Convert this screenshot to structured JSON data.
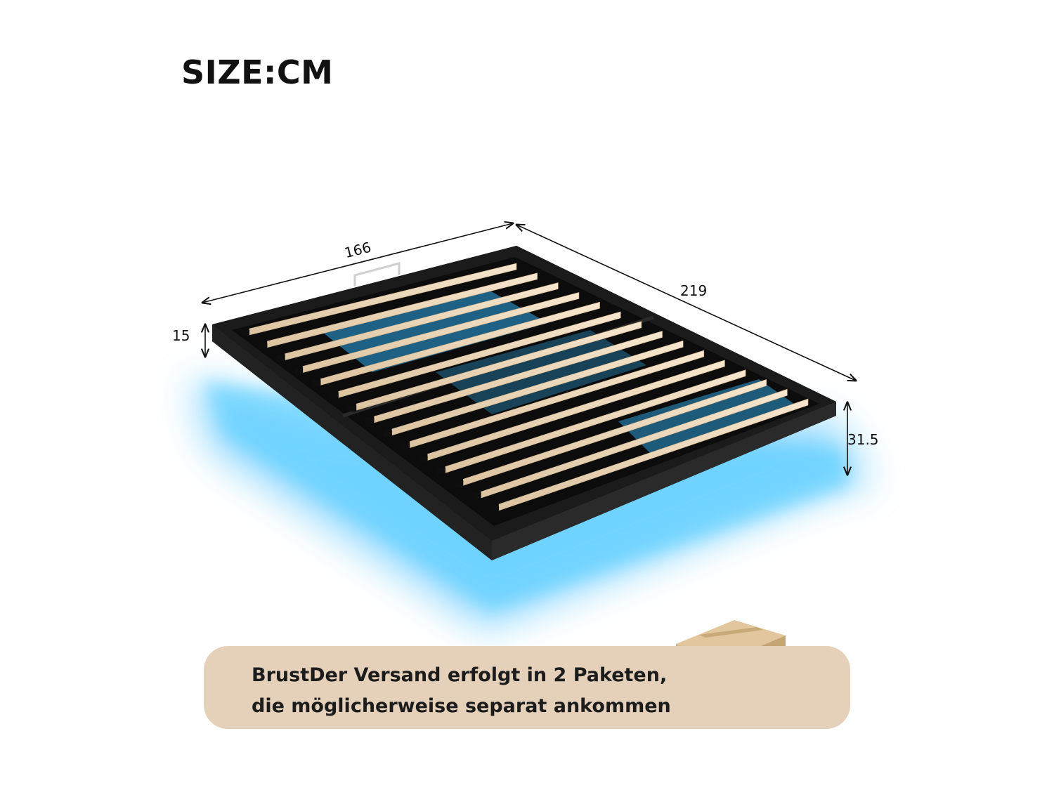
{
  "title": "SIZE:CM",
  "dimensions": {
    "width": "166",
    "length": "219",
    "frame_height": "15",
    "total_height": "31.5"
  },
  "shipping_note": {
    "line1": "BrustDer Versand erfolgt in 2 Paketen,",
    "line2": "die möglicherweise separat ankommen"
  },
  "icons": {
    "package": "cardboard-box-icon",
    "bed": "bed-frame-illustration"
  },
  "colors": {
    "banner_bg": "#e5d1ba",
    "led_glow": "#35b7ff",
    "frame": "#1a1a1a",
    "slat": "#f0dcc0"
  }
}
